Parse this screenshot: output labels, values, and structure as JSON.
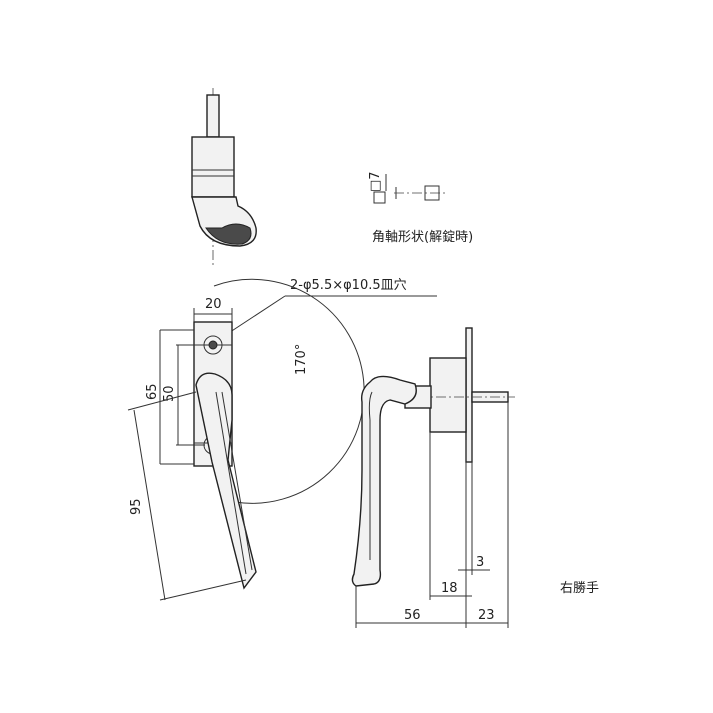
{
  "labels": {
    "hole_spec": "2-φ5.5×φ10.5皿穴",
    "shaft_title": "角軸形状(解錠時)",
    "shaft_size": "□7",
    "hand": "右勝手",
    "angle": "170°"
  },
  "dimensions": {
    "width_top": "20",
    "height_65": "65",
    "height_50": "50",
    "length_95": "95",
    "depth_3": "3",
    "depth_18": "18",
    "depth_56": "56",
    "depth_23": "23"
  }
}
